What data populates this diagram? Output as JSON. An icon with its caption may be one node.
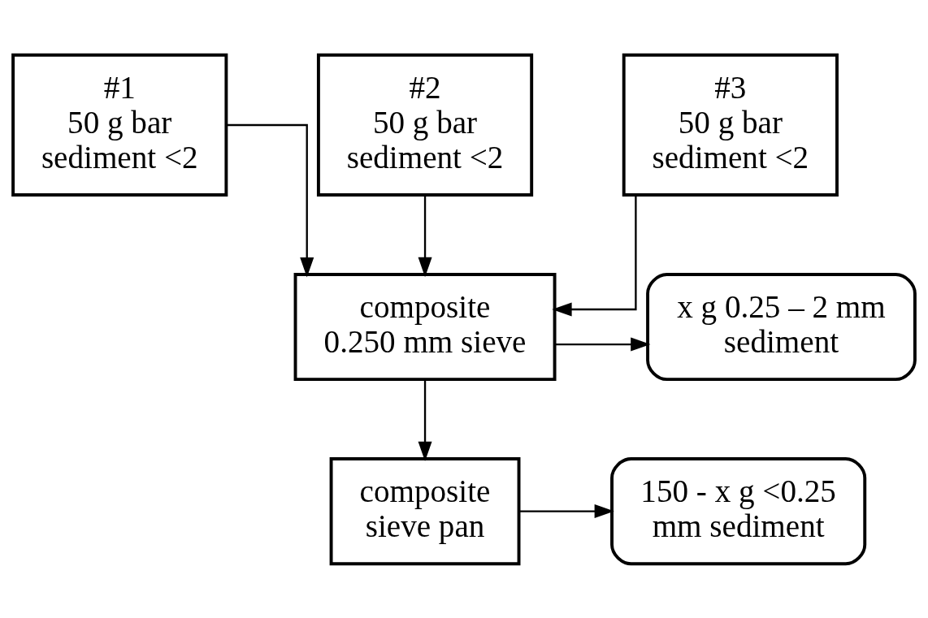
{
  "diagram": {
    "nodes": [
      {
        "text": [
          "#1",
          "50 g bar sediment <2"
        ]
      },
      {
        "text": [
          "#2",
          "50 g bar sediment <2"
        ]
      },
      {
        "text": [
          "#3",
          "50 g bar sediment <2"
        ]
      },
      {
        "text": [
          "composite 0.250 mm sieve"
        ]
      },
      {
        "text": [
          "x g 0.25 – 2 mm sediment"
        ]
      },
      {
        "text": [
          "composite sieve pan"
        ]
      },
      {
        "text": [
          "150 - x g <0.25 mm sediment"
        ]
      }
    ],
    "edges": [
      {
        "from": 0,
        "to": 3,
        "arrow": "to"
      },
      {
        "from": 1,
        "to": 3,
        "arrow": "to"
      },
      {
        "from": 2,
        "to": 3,
        "arrow": "to"
      },
      {
        "from": 3,
        "to": 4,
        "arrow": "to"
      },
      {
        "from": 3,
        "to": 5,
        "arrow": "to"
      },
      {
        "from": 5,
        "to": 6,
        "arrow": "to"
      }
    ]
  }
}
